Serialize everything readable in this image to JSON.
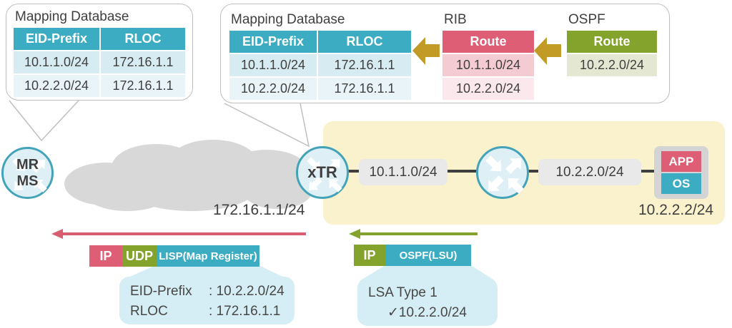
{
  "colors": {
    "teal": "#3CACC2",
    "red_pink": "#DD5E75",
    "olive": "#84A32D",
    "gold": "#C29B26",
    "yellow_panel": "#FAF1CD",
    "cloud_gray": "#D8D8D8",
    "node_fill": "#DEF0F6",
    "node_border": "#43A3B8",
    "callout_blue": "#D5EDF4",
    "text_dark": "#3F3F3F"
  },
  "callout_left": {
    "title": "Mapping Database",
    "table": {
      "headers": [
        "EID-Prefix",
        "RLOC"
      ],
      "rows": [
        [
          "10.1.1.0/24",
          "172.16.1.1"
        ],
        [
          "10.2.2.0/24",
          "172.16.1.1"
        ]
      ]
    }
  },
  "callout_right": {
    "mapping": {
      "title": "Mapping Database",
      "headers": [
        "EID-Prefix",
        "RLOC"
      ],
      "rows": [
        [
          "10.1.1.0/24",
          "172.16.1.1"
        ],
        [
          "10.2.2.0/24",
          "172.16.1.1"
        ]
      ]
    },
    "rib": {
      "title": "RIB",
      "header": "Route",
      "rows": [
        "10.1.1.0/24",
        "10.2.2.0/24"
      ]
    },
    "ospf": {
      "title": "OSPF",
      "header": "Route",
      "rows": [
        "10.2.2.0/24"
      ]
    }
  },
  "topology": {
    "mrms_node": {
      "line1": "MR",
      "line2": "MS"
    },
    "xtr_node": {
      "label": "xTR"
    },
    "core_address": "172.16.1.1/24",
    "segment1_label": "10.1.1.0/24",
    "segment2_label": "10.2.2.0/24",
    "host": {
      "app": "APP",
      "os": "OS",
      "address": "10.2.2.2/24"
    }
  },
  "packet_lisp": {
    "segments": [
      "IP",
      "UDP",
      "LISP(Map Register)"
    ],
    "detail": {
      "rows": [
        {
          "label": "EID-Prefix",
          "value": ": 10.2.2.0/24"
        },
        {
          "label": "RLOC",
          "value": ": 172.16.1.1"
        }
      ]
    }
  },
  "packet_ospf": {
    "segments": [
      "IP",
      "OSPF(LSU)"
    ],
    "detail": {
      "line1": "LSA Type 1",
      "line2": "✓10.2.2.0/24"
    }
  }
}
